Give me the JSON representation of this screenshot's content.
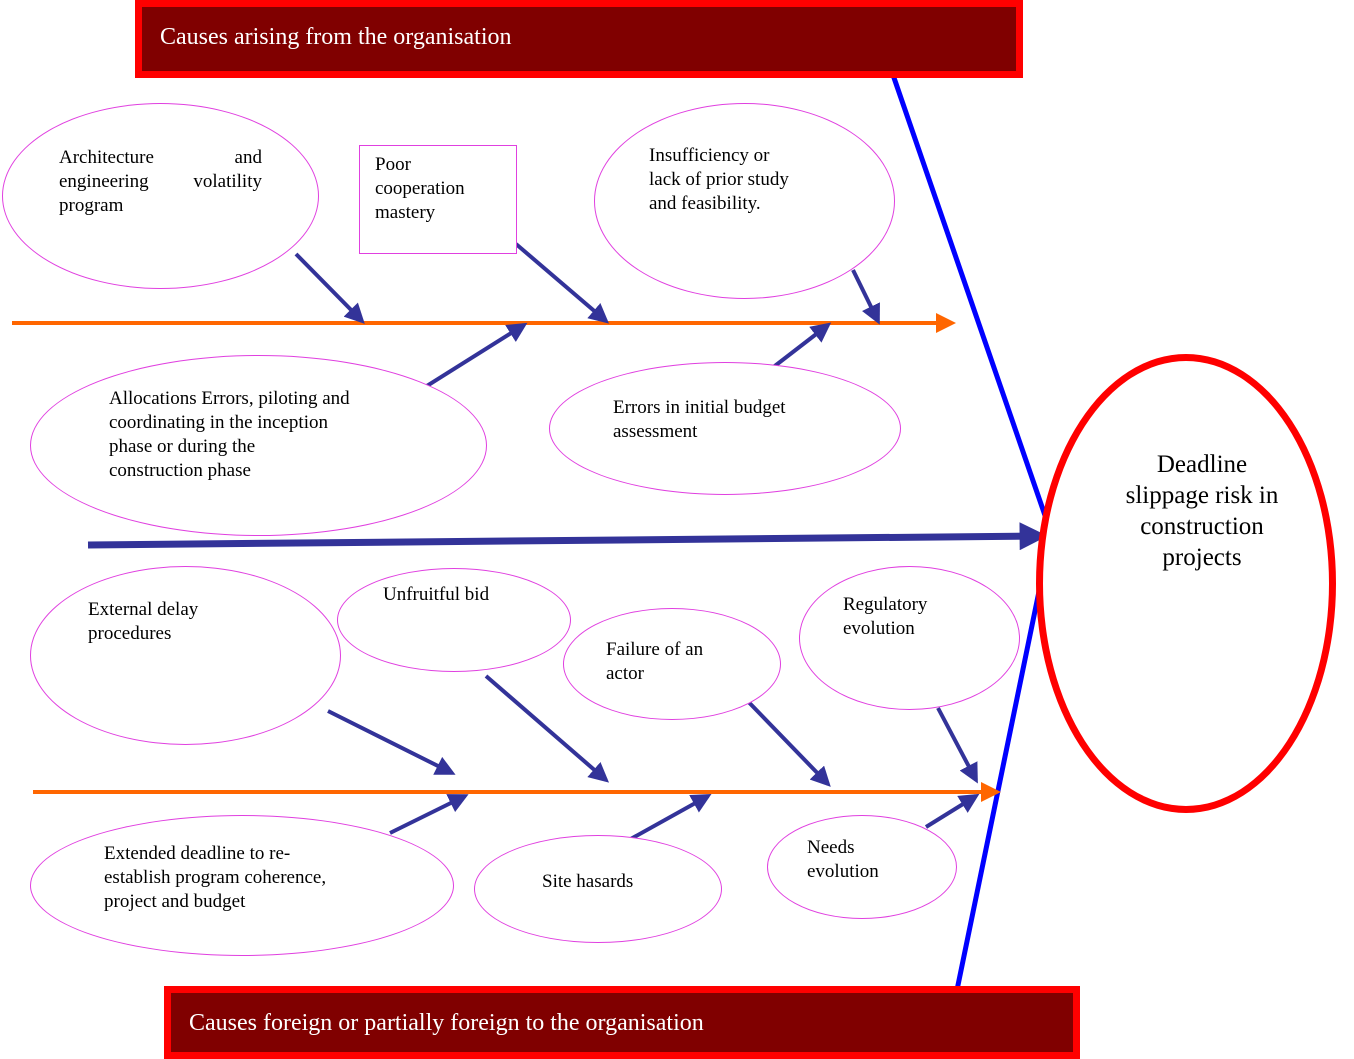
{
  "title_top": "Causes arising from the organisation",
  "title_bottom": "Causes foreign or partially foreign to the organisation",
  "effect": "Deadline\nslippage risk in\nconstruction\nprojects",
  "causes": {
    "architecture": "Architecture and engineering volatility program",
    "poor_cooperation": "Poor\ncooperation\nmastery",
    "insufficiency": "Insufficiency or\nlack of prior study\nand feasibility.",
    "allocations": "Allocations Errors, piloting and\ncoordinating in the inception\nphase or during the\nconstruction phase",
    "budget": "Errors in initial budget\nassessment",
    "external_delay": "External delay\nprocedures",
    "unfruitful": "Unfruitful bid",
    "failure": "Failure of an\nactor",
    "regulatory": "Regulatory\nevolution",
    "extended": "Extended deadline to re-\nestablish program coherence,\nproject and budget",
    "site": "Site hasards",
    "needs": "Needs\nevolution"
  },
  "colors": {
    "banner_fill": "#800000",
    "banner_border": "#ff0000",
    "effect_border": "#ff0000",
    "spine": "#0000ff",
    "main_arrow": "#333399",
    "bone": "#ff6600",
    "cause_arrow": "#333399",
    "cause_border": "#e040e0"
  }
}
